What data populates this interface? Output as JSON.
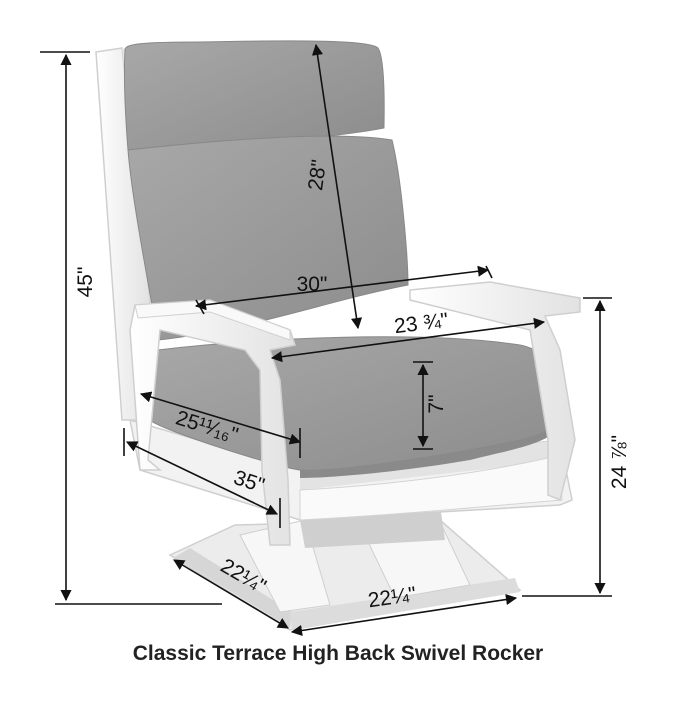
{
  "dimensions": {
    "overall_height": "45\"",
    "back_height": "28\"",
    "arm_to_arm_width": "30\"",
    "seat_width": "23 ¾\"",
    "cushion_thickness": "7\"",
    "seat_depth": "25¹¹⁄₁₆\"",
    "overall_depth": "35\"",
    "arm_height": "24 ⅞\"",
    "base_depth": "22¼\"",
    "base_width": "22¼\""
  },
  "caption": "Classic Terrace High Back Swivel Rocker",
  "colors": {
    "frame": "#f4f4f4",
    "frame_shadow": "#d9d9d9",
    "cushion": "#9a9a9a",
    "cushion_dark": "#8a8a8a",
    "dimension_line": "#111111"
  }
}
